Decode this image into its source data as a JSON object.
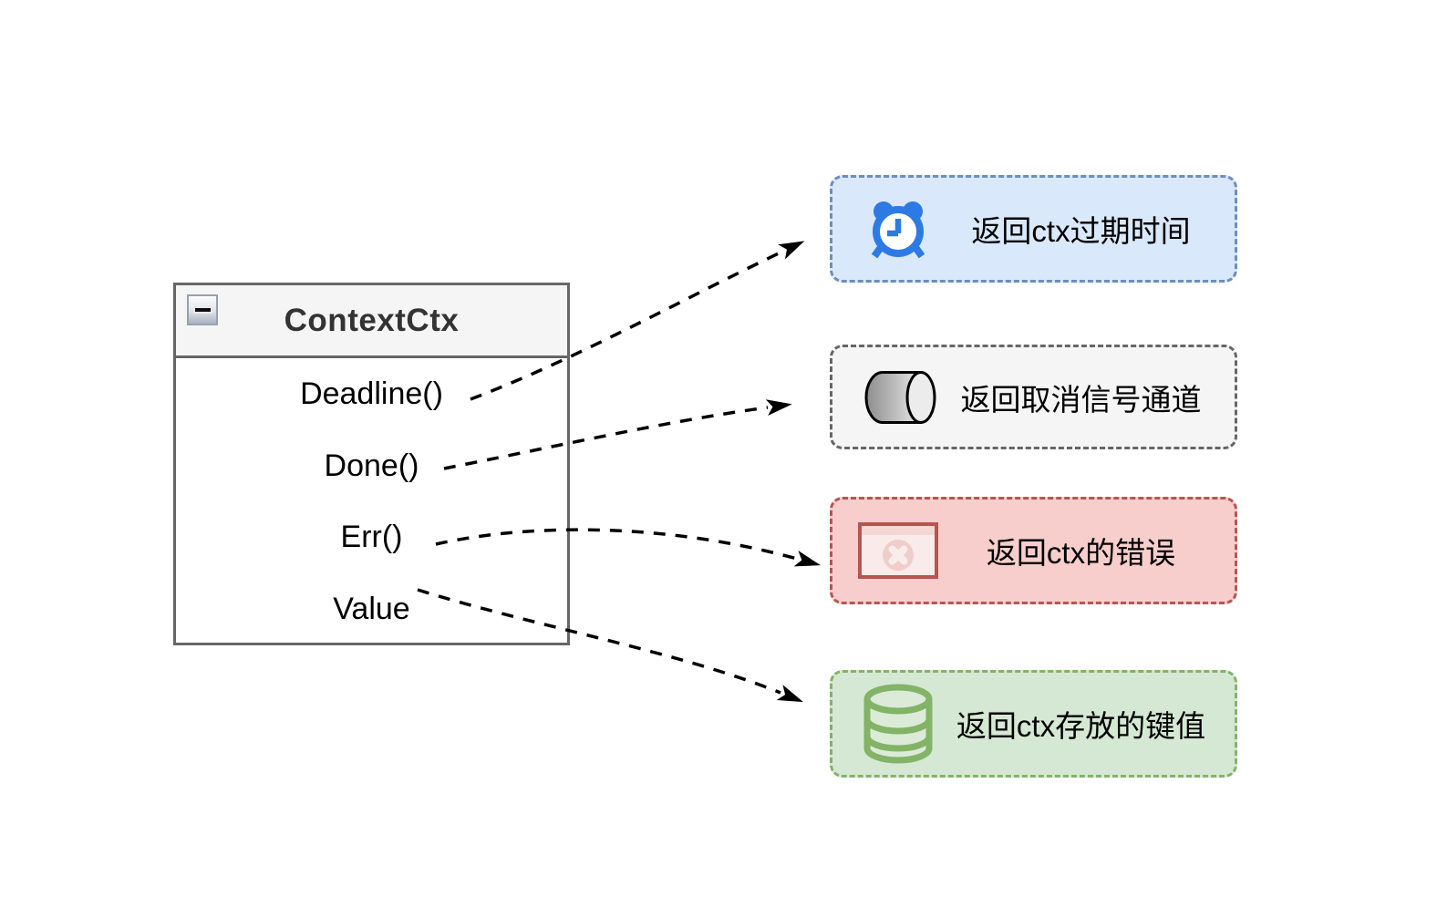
{
  "diagram": {
    "class_box": {
      "title": "ContextCtx",
      "collapse_control": "minus",
      "members": [
        "Deadline()",
        "Done()",
        "Err()",
        "Value"
      ]
    },
    "annotations": [
      {
        "id": "deadline-note",
        "icon": "alarm-clock-icon",
        "label": "返回ctx过期时间",
        "fill": "#dae8fc",
        "stroke": "#6c8ebf"
      },
      {
        "id": "done-note",
        "icon": "channel-cylinder-icon",
        "label": "返回取消信号通道",
        "fill": "#f5f5f5",
        "stroke": "#666666"
      },
      {
        "id": "err-note",
        "icon": "error-window-icon",
        "label": "返回ctx的错误",
        "fill": "#f8cecc",
        "stroke": "#b85450"
      },
      {
        "id": "value-note",
        "icon": "database-icon",
        "label": "返回ctx存放的键值",
        "fill": "#d5e8d4",
        "stroke": "#82b366"
      }
    ],
    "colors": {
      "class_border": "#666666",
      "class_header_fill": "#f5f5f5",
      "class_title_color": "#333333",
      "member_text_color": "#000000",
      "connector_color": "#000000",
      "icon_blue": "#2e7ae4",
      "icon_red": "#b85450",
      "icon_green": "#82b366"
    }
  }
}
